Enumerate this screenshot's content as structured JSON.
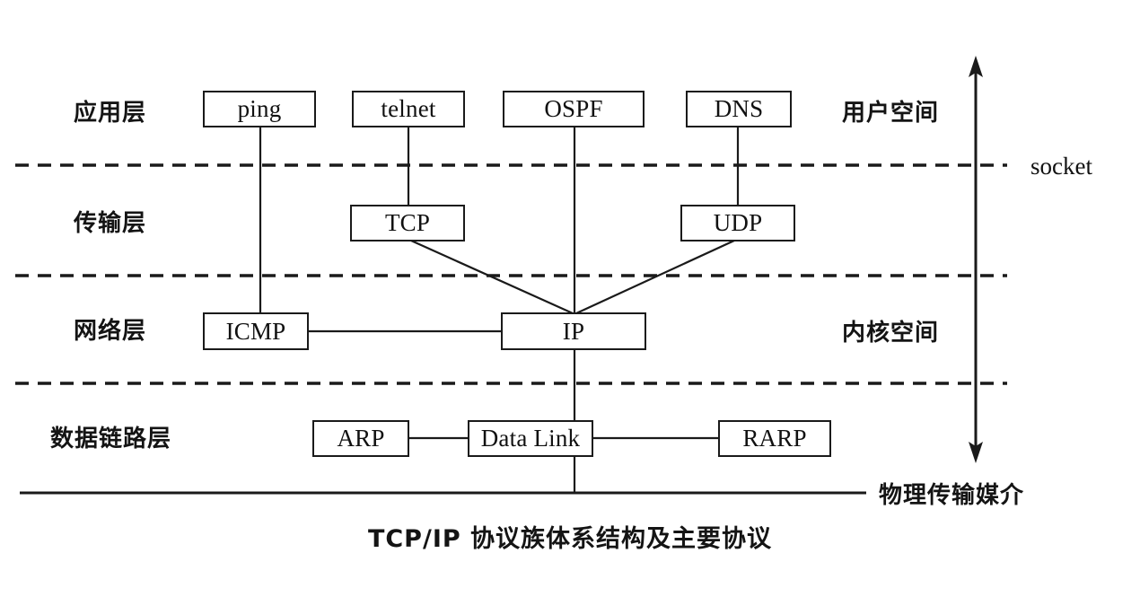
{
  "figure": {
    "caption": "TCP/IP 协议族体系结构及主要协议",
    "background": "#ffffff",
    "line_color": "#1a1a1a"
  },
  "layers": [
    {
      "id": "application",
      "label": "应用层"
    },
    {
      "id": "transport",
      "label": "传输层"
    },
    {
      "id": "network",
      "label": "网络层"
    },
    {
      "id": "datalink",
      "label": "数据链路层"
    }
  ],
  "space_labels": [
    {
      "id": "user-space",
      "label": "用户空间"
    },
    {
      "id": "kernel-space",
      "label": "内核空间"
    }
  ],
  "boundary_labels": [
    {
      "id": "socket",
      "label": "socket"
    },
    {
      "id": "physical-medium",
      "label": "物理传输媒介"
    }
  ],
  "nodes": [
    {
      "id": "ping",
      "label": "ping",
      "layer": "application"
    },
    {
      "id": "telnet",
      "label": "telnet",
      "layer": "application"
    },
    {
      "id": "ospf",
      "label": "OSPF",
      "layer": "application"
    },
    {
      "id": "dns",
      "label": "DNS",
      "layer": "application"
    },
    {
      "id": "tcp",
      "label": "TCP",
      "layer": "transport"
    },
    {
      "id": "udp",
      "label": "UDP",
      "layer": "transport"
    },
    {
      "id": "icmp",
      "label": "ICMP",
      "layer": "network"
    },
    {
      "id": "ip",
      "label": "IP",
      "layer": "network"
    },
    {
      "id": "arp",
      "label": "ARP",
      "layer": "datalink"
    },
    {
      "id": "datalink",
      "label": "Data Link",
      "layer": "datalink"
    },
    {
      "id": "rarp",
      "label": "RARP",
      "layer": "datalink"
    }
  ],
  "connections": [
    {
      "from": "ping",
      "to": "icmp"
    },
    {
      "from": "telnet",
      "to": "tcp"
    },
    {
      "from": "ospf",
      "to": "ip"
    },
    {
      "from": "dns",
      "to": "udp"
    },
    {
      "from": "tcp",
      "to": "ip"
    },
    {
      "from": "udp",
      "to": "ip"
    },
    {
      "from": "icmp",
      "to": "ip"
    },
    {
      "from": "ip",
      "to": "datalink"
    },
    {
      "from": "arp",
      "to": "datalink"
    },
    {
      "from": "datalink",
      "to": "rarp"
    },
    {
      "from": "datalink",
      "to": "physical-medium"
    }
  ],
  "dividers": [
    {
      "id": "socket-boundary",
      "style": "dashed"
    },
    {
      "id": "transport-network-boundary",
      "style": "dashed"
    },
    {
      "id": "network-datalink-boundary",
      "style": "dashed"
    },
    {
      "id": "physical-boundary",
      "style": "solid"
    }
  ],
  "axis": {
    "id": "user-kernel-axis",
    "style": "double-headed-vertical-arrow",
    "top_label": "用户空间",
    "bottom_label": "内核空间"
  }
}
